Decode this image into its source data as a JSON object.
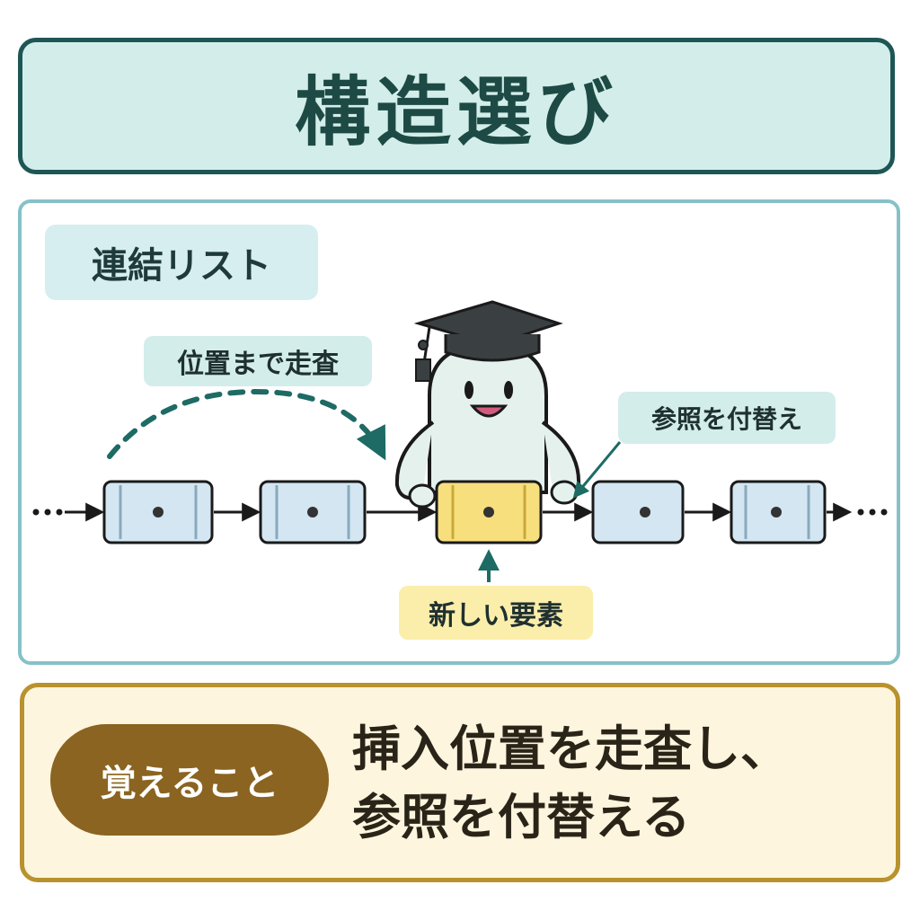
{
  "title": "構造選び",
  "section": {
    "label": "連結リスト",
    "tags": {
      "scan": "位置まで走査",
      "relink": "参照を付替え",
      "new_element": "新しい要素"
    },
    "nodes": [
      {
        "kind": "existing"
      },
      {
        "kind": "existing"
      },
      {
        "kind": "new"
      },
      {
        "kind": "existing"
      },
      {
        "kind": "existing"
      }
    ],
    "ellipsis": "•••"
  },
  "takeaway": {
    "label": "覚えること",
    "lines": [
      "挿入位置を走査し、",
      "参照を付替える"
    ]
  },
  "colors": {
    "teal_dark": "#1e5656",
    "node_blue": "#d3e6f2",
    "node_yellow": "#f7df7e",
    "arrow_teal": "#1d6b64",
    "accent_brown": "#8a6420"
  },
  "icons": [
    "graduation-cap-icon",
    "mascot-character"
  ]
}
